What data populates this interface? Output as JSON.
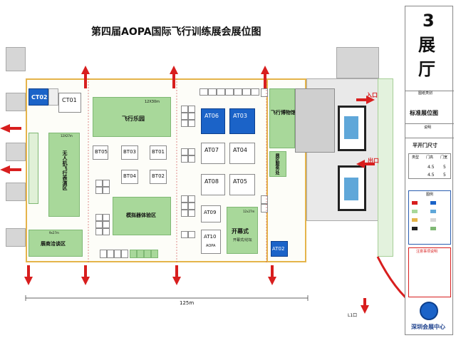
{
  "title": "第四届AOPA国际飞行训练展会展位图",
  "side_panel": {
    "hall_number": "3",
    "hall_char_1": "展",
    "hall_char_2": "厅",
    "drawing_type_label": "图纸类别",
    "drawing_type_value": "标准展位图",
    "notes_label": "说明",
    "door_size_title": "平开门尺寸",
    "door_table_headers": [
      "类型",
      "门高",
      "门宽"
    ],
    "door_rows": [
      [
        "",
        "4.5",
        "5"
      ],
      [
        "",
        "4.5",
        "5"
      ]
    ],
    "legend_title": "图例",
    "notes_box_title": "注意事项说明",
    "logo_text": "深圳会展中心"
  },
  "zones": {
    "ct02": "CT02",
    "ct01": "CT01",
    "flight_park": "飞行乐园",
    "flight_park_area": "12X30m",
    "uav_demo": "无人机飞行表演区",
    "uav_area": "12X27m",
    "negotiation": "展商洽谈区",
    "negotiation_area": "9x27m",
    "simulator": "模拟器体验区",
    "opening": "开幕式",
    "opening_sub": "开幕式/论坛",
    "opening_area": "12x27m",
    "museum": "飞行博物馆",
    "reserved": "展区服务处",
    "at02": "AT02"
  },
  "booths": {
    "bt05": "BT05",
    "bt03": "BT03",
    "bt01": "BT01",
    "bt04": "BT04",
    "bt02": "BT02",
    "at06": "AT06",
    "at03": "AT03",
    "at07": "AT07",
    "at04": "AT04",
    "at08": "AT08",
    "at05": "AT05",
    "at09": "AT09",
    "at10": "AT10",
    "at10_sub": "AOPA"
  },
  "labels": {
    "entrance": "入口",
    "exit": "出口",
    "dimension": "125m",
    "gate": "L1口"
  },
  "colors": {
    "zone_green": "#a8d89a",
    "booth_blue": "#1b63c8",
    "arrow_red": "#d81e1e"
  }
}
